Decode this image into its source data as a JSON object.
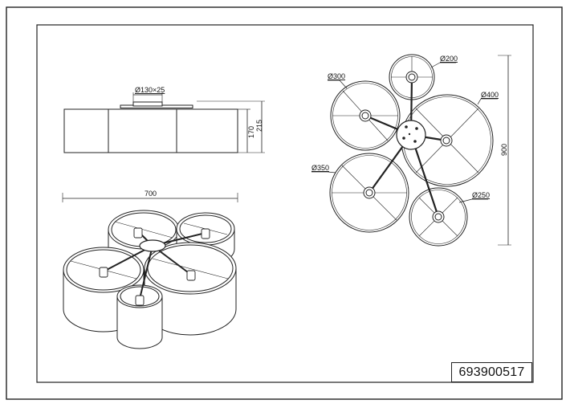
{
  "drawing": {
    "article_number": "693900517",
    "side_view": {
      "mount_dim": "Ø130×25",
      "height_inner": "170",
      "height_outer": "215"
    },
    "iso_view": {
      "width_dim": "700"
    },
    "top_view": {
      "overall_dim": "900",
      "shades": [
        {
          "label": "Ø200"
        },
        {
          "label": "Ø300"
        },
        {
          "label": "Ø400"
        },
        {
          "label": "Ø350"
        },
        {
          "label": "Ø250"
        }
      ]
    }
  }
}
